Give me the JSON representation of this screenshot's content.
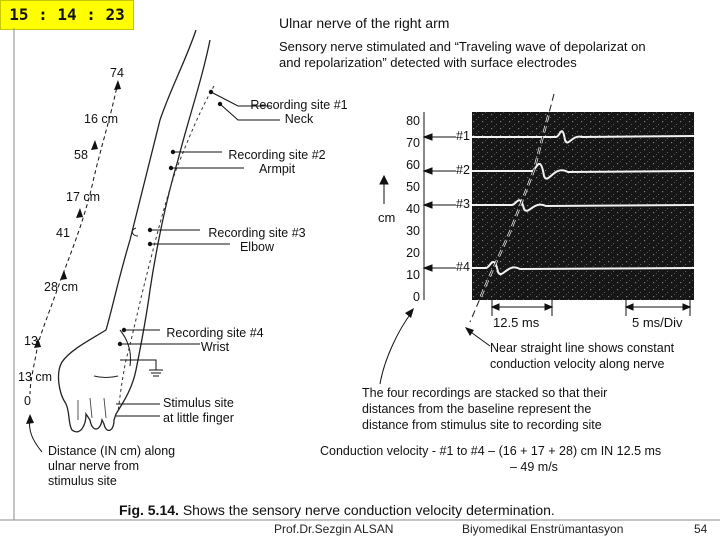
{
  "clock": "15 : 14 : 23",
  "title": "Ulnar nerve of the right arm",
  "subtitle_lines": [
    "Sensory nerve stimulated and “Traveling wave of depolarizat on",
    "and repolarization” detected with surface electrodes"
  ],
  "sites": [
    {
      "name": "Recording site #1",
      "place": "Neck"
    },
    {
      "name": "Recording site #2",
      "place": "Armpit"
    },
    {
      "name": "Recording site #3",
      "place": "Elbow"
    },
    {
      "name": "Recording site #4",
      "place": "Wrist"
    }
  ],
  "stimulus": {
    "line1": "Stimulus site",
    "line2": "at little finger"
  },
  "distances": {
    "marks": [
      "74",
      "58",
      "41",
      "13",
      "0"
    ],
    "segments": [
      "16 cm",
      "17 cm",
      "28 cm",
      "13 cm"
    ]
  },
  "distance_note": [
    "Distance (IN cm) along",
    "ulnar nerve from",
    "stimulus site"
  ],
  "scope": {
    "axis_unit": "cm",
    "ticks": [
      "80",
      "70",
      "60",
      "50",
      "40",
      "30",
      "20",
      "10",
      "0"
    ],
    "traces": [
      "#1",
      "#2",
      "#3",
      "#4"
    ],
    "time_label": "12.5 ms",
    "scale_label": "5 ms/Div"
  },
  "straight_line_note": [
    "Near straight line shows constant",
    "conduction velocity along nerve"
  ],
  "stack_note": [
    "The four recordings are stacked so that their",
    "distances from the baseline represent the",
    "distance from stimulus site to recording site"
  ],
  "velocity": {
    "line1": "Conduction velocity - #1 to #4 – (16 + 17 + 28) cm IN 12.5 ms",
    "line2": "– 49 m/s"
  },
  "caption": {
    "bold": "Fig. 5.14.",
    "text": "Shows the sensory nerve conduction velocity determination."
  },
  "footer": {
    "author": "Prof.Dr.Sezgin ALSAN",
    "course": "Biyomedikal Enstrümantasyon",
    "page": "54"
  }
}
